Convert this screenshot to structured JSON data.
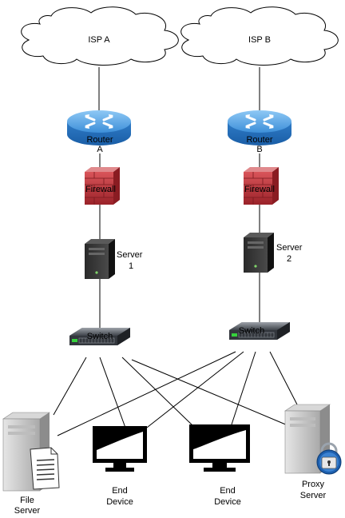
{
  "nodes": {
    "isp_a": {
      "label": "ISP A",
      "icon": "cloud-icon"
    },
    "isp_b": {
      "label": "ISP B",
      "icon": "cloud-icon"
    },
    "router_a": {
      "label_line1": "Router",
      "label_line2": "A",
      "icon": "router-icon"
    },
    "router_b": {
      "label_line1": "Router",
      "label_line2": "B",
      "icon": "router-icon"
    },
    "firewall_a": {
      "label": "Firewall",
      "icon": "firewall-icon"
    },
    "firewall_b": {
      "label": "Firewall",
      "icon": "firewall-icon"
    },
    "server_1": {
      "label_line1": "Server",
      "label_line2": "1",
      "icon": "server-tower-icon"
    },
    "server_2": {
      "label_line1": "Server",
      "label_line2": "2",
      "icon": "server-tower-icon"
    },
    "switch_a": {
      "label": "Switch",
      "icon": "network-switch-icon"
    },
    "switch_b": {
      "label": "Switch",
      "icon": "network-switch-icon"
    },
    "file_server": {
      "label_line1": "File",
      "label_line2": "Server",
      "icon": "file-server-icon"
    },
    "end_device_1": {
      "label_line1": "End",
      "label_line2": "Device",
      "icon": "monitor-icon"
    },
    "end_device_2": {
      "label_line1": "End",
      "label_line2": "Device",
      "icon": "monitor-icon"
    },
    "proxy_server": {
      "label_line1": "Proxy",
      "label_line2": "Server",
      "icon": "proxy-server-icon"
    }
  },
  "colors": {
    "router_body": "#3d8fd9",
    "firewall_brick": "#c0323a",
    "server_dark": "#222222",
    "switch_body": "#4a4f57",
    "switch_led": "#36d13c",
    "monitor": "#000000",
    "lock": "#1d5fae"
  }
}
